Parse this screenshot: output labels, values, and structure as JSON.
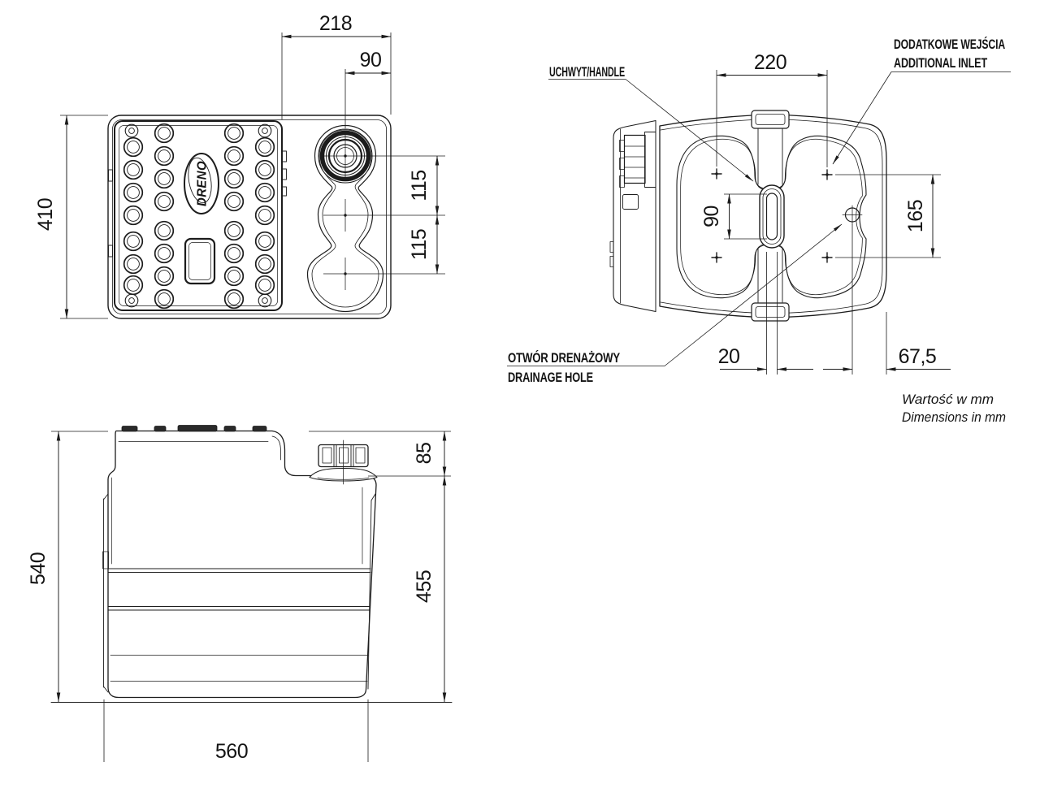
{
  "drawing": {
    "brand_logo": "DRENO",
    "top_view": {
      "dim_218": "218",
      "dim_90": "90",
      "dim_410": "410",
      "dim_115_upper": "115",
      "dim_115_lower": "115"
    },
    "bottom_view": {
      "dim_220": "220",
      "dim_90": "90",
      "dim_165": "165",
      "dim_20": "20",
      "dim_67_5": "67,5",
      "label_handle": "UCHWYT/HANDLE",
      "label_inlet_pl": "DODATKOWE WEJŚCIA",
      "label_inlet_en": "ADDITIONAL INLET",
      "label_drain_pl": "OTWÓR DRENAŻOWY",
      "label_drain_en": "DRAINAGE HOLE"
    },
    "side_view": {
      "dim_540": "540",
      "dim_85": "85",
      "dim_455": "455",
      "dim_560": "560"
    },
    "units_note": {
      "pl": "Wartość w mm",
      "en": "Dimensions in mm"
    }
  }
}
